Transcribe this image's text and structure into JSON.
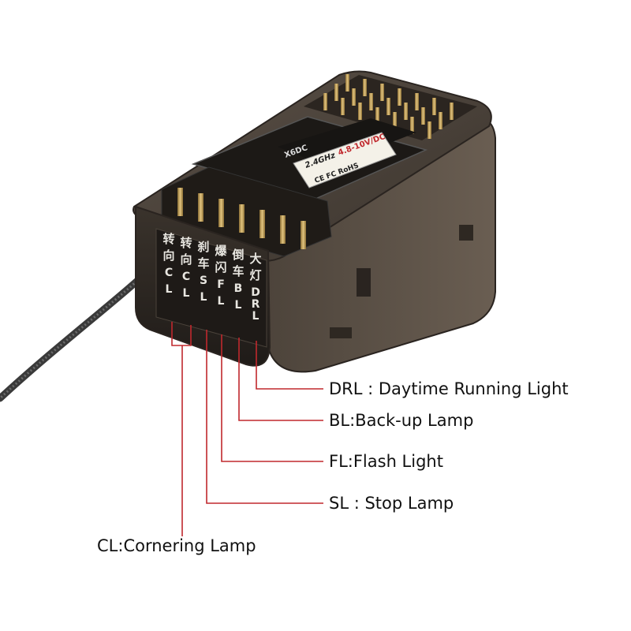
{
  "product": {
    "model_label": "X6DC",
    "frequency_label": "2.4GHz",
    "voltage_label": "4.8-10V/DC",
    "cert_label": "CE FC RoHS"
  },
  "channel_columns": [
    {
      "chars": [
        "转",
        "向",
        "C",
        "L"
      ]
    },
    {
      "chars": [
        "转",
        "向",
        "C",
        "L"
      ]
    },
    {
      "chars": [
        "刹",
        "车",
        "S",
        "L"
      ]
    },
    {
      "chars": [
        "爆",
        "闪",
        "F",
        "L"
      ]
    },
    {
      "chars": [
        "倒",
        "车",
        "B",
        "L"
      ]
    },
    {
      "chars": [
        "大",
        "灯",
        "D",
        "R",
        "L"
      ]
    }
  ],
  "callouts": {
    "drl": "DRL : Daytime Running Light",
    "bl": "BL:Back-up Lamp",
    "fl": "FL:Flash Light",
    "sl": "SL : Stop Lamp",
    "cl": "CL:Cornering Lamp"
  },
  "colors": {
    "leader_line": "#c0282d",
    "housing_dark": "#2b2622",
    "housing_smoke": "#4a4139",
    "pin_gold": "#c9a45a",
    "label_sticker": "#f4f1e8"
  }
}
